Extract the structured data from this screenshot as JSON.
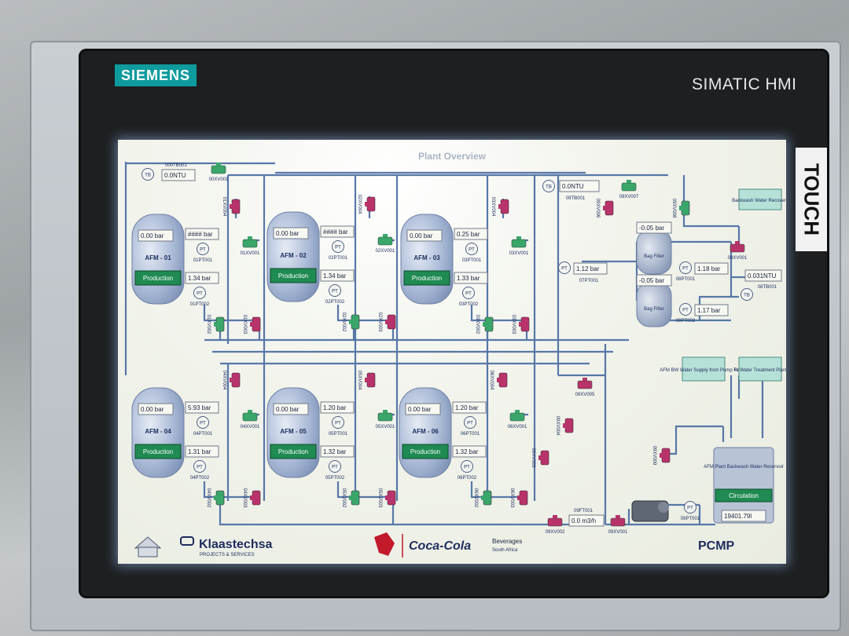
{
  "bezel": {
    "brand": "SIEMENS",
    "model": "SIMATIC HMI",
    "touch": "TOUCH"
  },
  "screen": {
    "title": "Plant Overview",
    "top_left": {
      "tag": "000TB001",
      "value": "0.0NTU",
      "tb_symbol": "TB",
      "valve": "00XV001"
    },
    "afm_tanks": [
      {
        "name": "AFM - 01",
        "pressure": "0.00 bar",
        "status": "Production",
        "top_pt": "01PT001",
        "top_value": "#### bar",
        "bot_pt": "01PT002",
        "bot_value": "1.34 bar",
        "v_top": "01XV004",
        "v_side": "01XV001",
        "v_b1": "01XV002",
        "v_b2": "01XV003"
      },
      {
        "name": "AFM - 02",
        "pressure": "0.00 bar",
        "status": "Production",
        "top_pt": "02PT001",
        "top_value": "#### bar",
        "bot_pt": "02PT002",
        "bot_value": "1.34 bar",
        "v_top": "02XV004",
        "v_side": "02XV001",
        "v_b1": "02XV002",
        "v_b2": "02XV003"
      },
      {
        "name": "AFM - 03",
        "pressure": "0.00 bar",
        "status": "Production",
        "top_pt": "03PT001",
        "top_value": "0.25 bar",
        "bot_pt": "03PT002",
        "bot_value": "1.33 bar",
        "v_top": "03XV004",
        "v_side": "03XV001",
        "v_b1": "03XV002",
        "v_b2": "03XV003"
      },
      {
        "name": "AFM - 04",
        "pressure": "0.00 bar",
        "status": "Production",
        "top_pt": "04PT001",
        "top_value": "5.93 bar",
        "bot_pt": "04PT002",
        "bot_value": "1.31 bar",
        "v_top": "04XV004",
        "v_side": "04XV001",
        "v_b1": "04XV002",
        "v_b2": "04XV003"
      },
      {
        "name": "AFM - 05",
        "pressure": "0.00 bar",
        "status": "Production",
        "top_pt": "05PT001",
        "top_value": "1.20 bar",
        "bot_pt": "05PT002",
        "bot_value": "1.32 bar",
        "v_top": "05XV004",
        "v_side": "05XV001",
        "v_b1": "05XV002",
        "v_b2": "05XV003"
      },
      {
        "name": "AFM - 06",
        "pressure": "0.00 bar",
        "status": "Production",
        "top_pt": "06PT001",
        "top_value": "1.20 bar",
        "bot_pt": "06PT002",
        "bot_value": "1.32 bar",
        "v_top": "06XV004",
        "v_side": "06XV001",
        "v_b1": "06XV002",
        "v_b2": "06XV003"
      }
    ],
    "right_section": {
      "tb_top": {
        "symbol": "TB",
        "value": "0.0NTU",
        "tag": "09TB001"
      },
      "valves": [
        "09XV006",
        "09XV007",
        "09XV008",
        "08XV001",
        "09XV005",
        "09XV004",
        "09XV003",
        "09XV002",
        "09XV009",
        "09XV001"
      ],
      "backwash_recovery": "Backwash Water Recovery",
      "pt07": {
        "tag": "07PT001",
        "value": "1.12 bar"
      },
      "bag_filters": [
        {
          "label": "Bag Filter",
          "value": "-0.05 bar",
          "pt_tag": "08PT001",
          "pt_value": "1.18 bar"
        },
        {
          "label": "Bag Filter",
          "value": "-0.05 bar",
          "pt_tag": "09PT002",
          "pt_value": "1.17 bar"
        }
      ],
      "tb_out": {
        "symbol": "TB",
        "value": "0.031NTU",
        "tag": "08TB001"
      },
      "afm_bw_supply": "AFM BW Water Supply from Pump House",
      "to_water_treatment": "To Water Treatment Plant",
      "reservoir": {
        "title": "AFM Plant Backwash Water Reservoir",
        "status": "Circulation",
        "value": "19401.79l"
      },
      "flow": {
        "tag": "09FT001",
        "value": "0.0 m3/h"
      },
      "pt09": {
        "tag": "09PT001"
      },
      "pt_symbol": "PT"
    },
    "footer": {
      "company": "Klaastechsa",
      "company_sub": "PROJECTS & SERVICES",
      "beverage_brand": "Coca-Cola",
      "beverage_sub1": "Beverages",
      "beverage_sub2": "South Africa",
      "pcmp": "PCMP"
    },
    "colors": {
      "valve_open": "#3aa66a",
      "valve_closed": "#b8336a",
      "pipe": "#5877a8",
      "production": "#1f8a52"
    }
  }
}
